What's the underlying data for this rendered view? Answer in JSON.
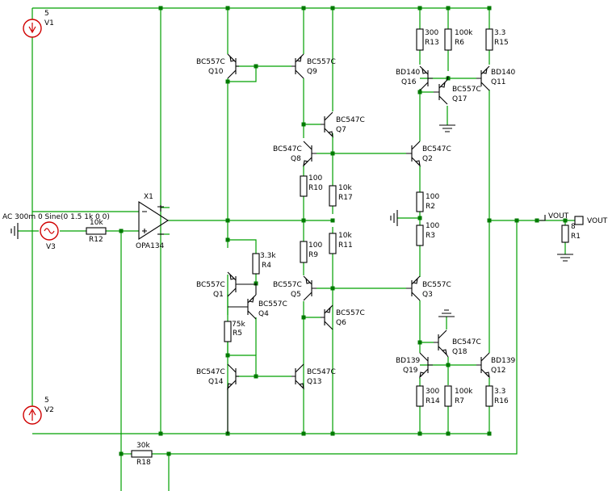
{
  "colors": {
    "wire": "#00a000",
    "component": "#000000",
    "source": "#d00000",
    "junction": "#007a00"
  },
  "sources": [
    {
      "id": "V1",
      "value": "5"
    },
    {
      "id": "V2",
      "value": "5"
    },
    {
      "id": "V3",
      "value": "AC 300m 0 Sine(0 1.5  1k 0 0)"
    }
  ],
  "opamp": {
    "id": "X1",
    "model": "OPA134"
  },
  "resistors": [
    {
      "id": "R12",
      "value": "10k"
    },
    {
      "id": "R18",
      "value": "30k"
    },
    {
      "id": "R13",
      "value": "300"
    },
    {
      "id": "R6",
      "value": "100k"
    },
    {
      "id": "R15",
      "value": "3.3"
    },
    {
      "id": "R10",
      "value": "100"
    },
    {
      "id": "R17",
      "value": "10k"
    },
    {
      "id": "R9",
      "value": "100"
    },
    {
      "id": "R11",
      "value": "10k"
    },
    {
      "id": "R4",
      "value": "3.3k"
    },
    {
      "id": "R5",
      "value": "75k"
    },
    {
      "id": "R2",
      "value": "100"
    },
    {
      "id": "R3",
      "value": "100"
    },
    {
      "id": "R14",
      "value": "300"
    },
    {
      "id": "R7",
      "value": "100k"
    },
    {
      "id": "R16",
      "value": "3.3"
    },
    {
      "id": "R1",
      "value": "8"
    }
  ],
  "transistors": [
    {
      "id": "Q10",
      "model": "BC557C"
    },
    {
      "id": "Q9",
      "model": "BC557C"
    },
    {
      "id": "Q7",
      "model": "BC547C"
    },
    {
      "id": "Q8",
      "model": "BC547C"
    },
    {
      "id": "Q2",
      "model": "BC547C"
    },
    {
      "id": "Q16",
      "model": "BD140"
    },
    {
      "id": "Q17",
      "model": "BC557C"
    },
    {
      "id": "Q11",
      "model": "BD140"
    },
    {
      "id": "Q1",
      "model": "BC557C"
    },
    {
      "id": "Q4",
      "model": "BC557C"
    },
    {
      "id": "Q5",
      "model": "BC557C"
    },
    {
      "id": "Q6",
      "model": "BC557C"
    },
    {
      "id": "Q3",
      "model": "BC557C"
    },
    {
      "id": "Q18",
      "model": "BC547C"
    },
    {
      "id": "Q19",
      "model": "BD139"
    },
    {
      "id": "Q12",
      "model": "BD139"
    },
    {
      "id": "Q14",
      "model": "BC547C"
    },
    {
      "id": "Q13",
      "model": "BC547C"
    }
  ],
  "output": {
    "net_label": "VOUT",
    "port_label": "VOUT"
  }
}
